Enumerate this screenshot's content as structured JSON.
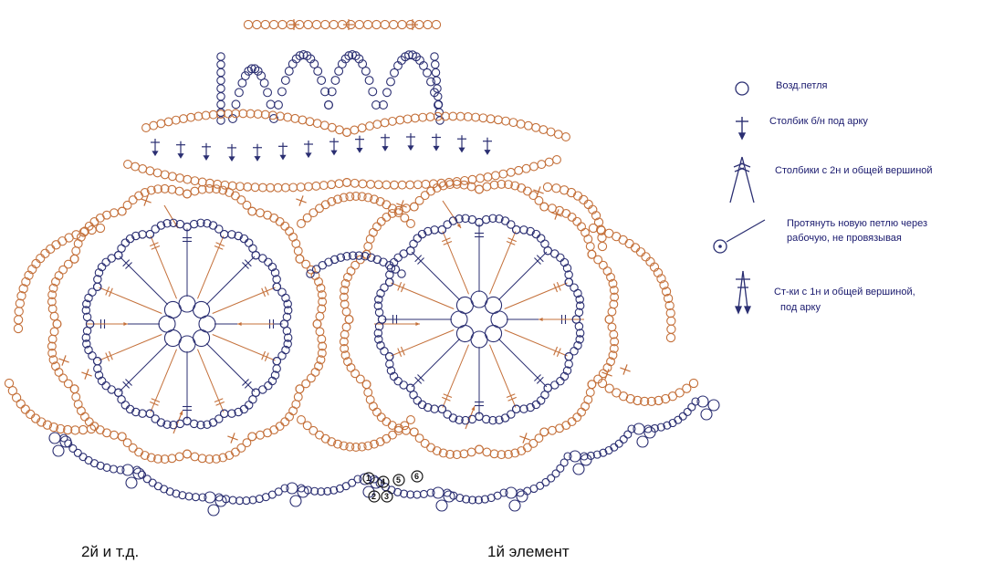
{
  "colors": {
    "navy": "#2b2f72",
    "orange": "#c4703a",
    "dark": "#151515"
  },
  "legend": {
    "chain": "Возд.петля",
    "sc": "Столбик б/н под арку",
    "dc2tog": "Столбики с 2н и общей вершиной",
    "pull": "Протянуть новую петлю через",
    "pull_2": "рабочую, не провязывая",
    "tr_together": "Ст-ки с 1н и общей вершиной,",
    "tr_together_2": "под арку"
  },
  "captions": {
    "left": "2й и т.д.",
    "right": "1й элемент"
  },
  "step_numbers": [
    "1",
    "4",
    "5",
    "6",
    "2",
    "3"
  ]
}
